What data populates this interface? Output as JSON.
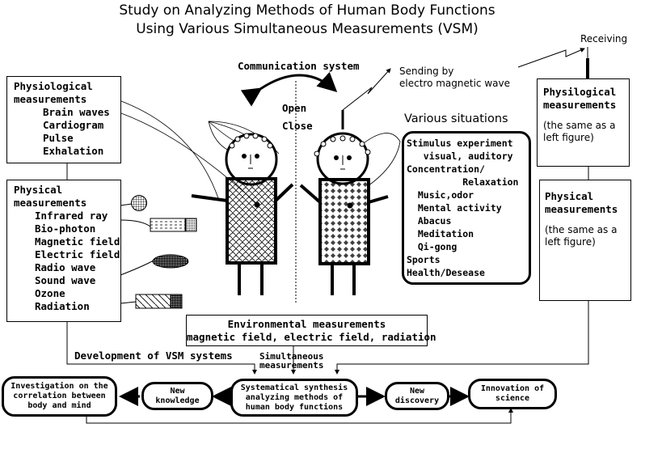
{
  "title": {
    "line1": "Study on Analyzing Methods of Human Body Functions",
    "line2": "Using Various Simultaneous Measurements (VSM)"
  },
  "communication": {
    "label": "Communication system",
    "open": "Open",
    "close": "Close",
    "sending_line1": "Sending by",
    "sending_line2": "electro magnetic wave",
    "receiving": "Receiving"
  },
  "left_physiological": {
    "heading1": "Physiological",
    "heading2": "measurements",
    "items": [
      "Brain waves",
      "Cardiogram",
      "Pulse",
      "Exhalation"
    ]
  },
  "left_physical": {
    "heading1": "Physical",
    "heading2": "measurements",
    "items": [
      "Infrared ray",
      "Bio-photon",
      "Magnetic field",
      "Electric field",
      "Radio wave",
      "Sound wave",
      "Ozone",
      "Radiation"
    ]
  },
  "situations": {
    "heading": "Various situations",
    "items": [
      "Stimulus experiment",
      "   visual, auditory",
      "Concentration/",
      "          Relaxation",
      "  Music,odor",
      "  Mental activity",
      "  Abacus",
      "  Meditation",
      "  Qi-gong",
      "Sports",
      "Health/Desease"
    ]
  },
  "right_physiological": {
    "heading1": "Physilogical",
    "heading2": "measurements",
    "note1": "(the same as a",
    "note2": "left figure)"
  },
  "right_physical": {
    "heading1": "Physical",
    "heading2": "measurements",
    "note1": "(the same as a",
    "note2": "left figure)"
  },
  "environmental": {
    "line1": "Environmental measurements",
    "line2": "magnetic field, electric field, radiation"
  },
  "flow": {
    "development_label": "Development of VSM systems",
    "simultaneous_line1": "Simultaneous",
    "simultaneous_line2": "measurements",
    "investigation": "Investigation on the\ncorrelation between\nbody and mind",
    "new_knowledge": "New\nknowledge",
    "synthesis": "Systematical synthesis\nanalyzing methods of\nhuman body functions",
    "new_discovery": "New\ndiscovery",
    "innovation": "Innovation of\nscience"
  }
}
